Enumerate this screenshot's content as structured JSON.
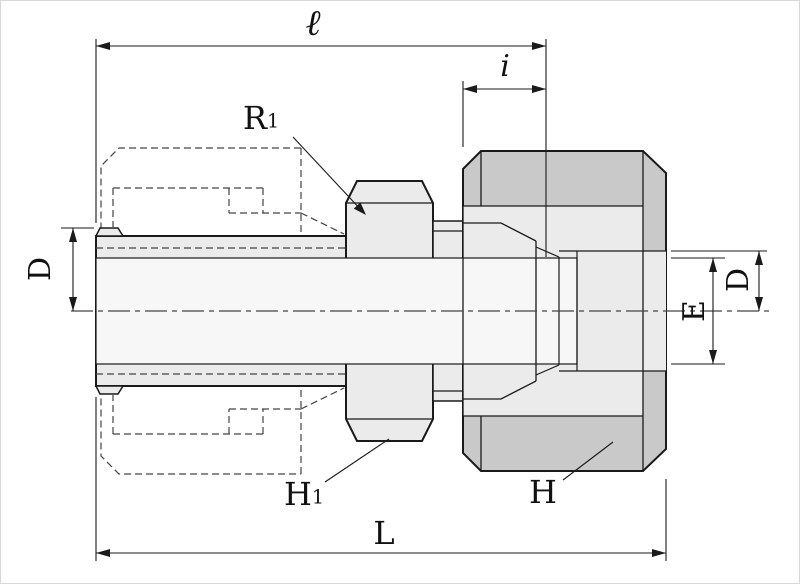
{
  "drawing": {
    "labels": {
      "ell": "ℓ",
      "i": "i",
      "r1": {
        "base": "R",
        "sub": "1"
      },
      "d_left": "D",
      "e": "E",
      "d_right": "D",
      "h1": {
        "base": "H",
        "sub": "1"
      },
      "h": "H",
      "l": "L"
    },
    "colors": {
      "background": "#ffffff",
      "body_fill": "#ebebeb",
      "nut_fill": "#c9c9c9",
      "bore_fill": "#f7f7f7",
      "line_color": "#1a1a1a",
      "dim_color": "#1a1a1a",
      "phantom_color": "#444444"
    }
  }
}
